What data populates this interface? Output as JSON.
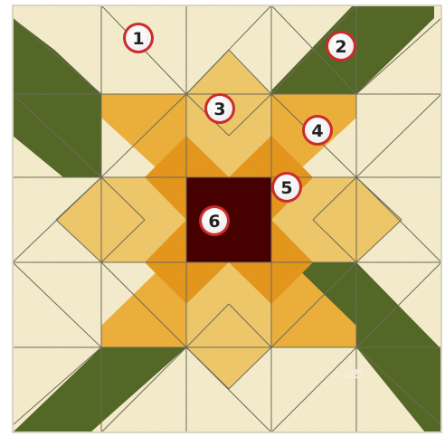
{
  "title": "",
  "colors": {
    "cream": "#f8f0cf",
    "green": "#566a2c",
    "gold_light": "#f2cb6c",
    "gold": "#f0b23c",
    "gold_dark": "#e89a24",
    "center": "#4a0e0a",
    "seam": "#6e6a5a",
    "border": "#d9d4c4",
    "marker_ring": "#cc2b2b",
    "marker_fill": "#ffffff"
  },
  "markers": [
    {
      "id": "1",
      "label": "1",
      "piece": "cream-square"
    },
    {
      "id": "2",
      "label": "2",
      "piece": "green-strip"
    },
    {
      "id": "3",
      "label": "3",
      "piece": "gold-diamond"
    },
    {
      "id": "4",
      "label": "4",
      "piece": "gold-strip"
    },
    {
      "id": "5",
      "label": "5",
      "piece": "gold-triangle"
    },
    {
      "id": "6",
      "label": "6",
      "piece": "center-square"
    }
  ],
  "watermark": {
    "text": "ದಔ"
  }
}
